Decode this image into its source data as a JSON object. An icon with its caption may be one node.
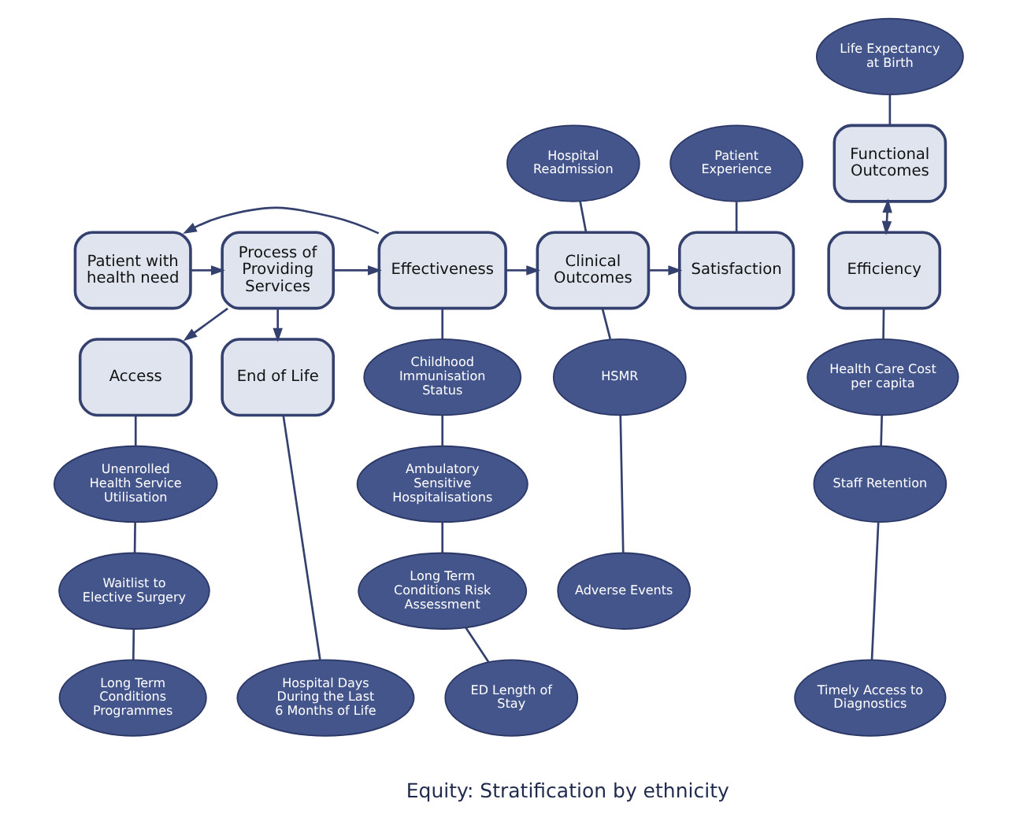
{
  "diagram": {
    "nodes": [
      {
        "text": [
          "Patient with health need"
        ]
      },
      {
        "text": [
          "Process of Providing Services"
        ]
      },
      {
        "text": [
          "Effectiveness"
        ]
      },
      {
        "text": [
          "Hospital Readmission"
        ]
      },
      {
        "text": [
          "Clinical Outcomes"
        ]
      },
      {
        "text": [
          "Life Expectancy at Birth"
        ]
      },
      {
        "text": [
          "Functional Outcomes"
        ]
      },
      {
        "text": [
          "Patient Experience"
        ]
      },
      {
        "text": [
          "Satisfaction"
        ]
      },
      {
        "text": [
          "Efficiency"
        ]
      },
      {
        "text": [
          "Access"
        ]
      },
      {
        "text": [
          "End of Life"
        ]
      },
      {
        "text": [
          "Childhood Immunisation Status"
        ]
      },
      {
        "text": [
          "HSMR"
        ]
      },
      {
        "text": [
          "Unenrolled Health Service Utilisation"
        ]
      },
      {
        "text": [
          "Hospital Days During the Last 6 Months of Life"
        ]
      },
      {
        "text": [
          "Ambulatory Sensitive Hospitalisations"
        ]
      },
      {
        "text": [
          "Adverse Events"
        ]
      },
      {
        "text": [
          "Health Care Cost per capita"
        ]
      },
      {
        "text": [
          "Waitlist to Elective Surgery"
        ]
      },
      {
        "text": [
          "Long Term Conditions Risk Assessment"
        ]
      },
      {
        "text": [
          "Staff Retention"
        ]
      },
      {
        "text": [
          "Long Term Conditions Programmes"
        ]
      },
      {
        "text": [
          "ED Length of Stay"
        ]
      },
      {
        "text": [
          "Timely Access to Diagnostics"
        ]
      }
    ],
    "edges": [
      {
        "from": 0,
        "to": 1,
        "arrow": "to"
      },
      {
        "from": 1,
        "to": 2,
        "arrow": "to"
      },
      {
        "from": 2,
        "to": 4,
        "arrow": "to"
      },
      {
        "from": 4,
        "to": 8,
        "arrow": "to"
      },
      {
        "from": 2,
        "to": 0,
        "arrow": "to"
      },
      {
        "from": 1,
        "to": 10,
        "arrow": "to"
      },
      {
        "from": 1,
        "to": 11,
        "arrow": "to"
      },
      {
        "from": 6,
        "to": 9,
        "arrow": "both"
      },
      {
        "from": 3,
        "to": 4,
        "arrow": "none"
      },
      {
        "from": 5,
        "to": 6,
        "arrow": "none"
      },
      {
        "from": 7,
        "to": 8,
        "arrow": "none"
      },
      {
        "from": 2,
        "to": 12,
        "arrow": "none"
      },
      {
        "from": 12,
        "to": 16,
        "arrow": "none"
      },
      {
        "from": 16,
        "to": 20,
        "arrow": "none"
      },
      {
        "from": 20,
        "to": 23,
        "arrow": "none"
      },
      {
        "from": 4,
        "to": 13,
        "arrow": "none"
      },
      {
        "from": 13,
        "to": 17,
        "arrow": "none"
      },
      {
        "from": 10,
        "to": 14,
        "arrow": "none"
      },
      {
        "from": 14,
        "to": 19,
        "arrow": "none"
      },
      {
        "from": 19,
        "to": 22,
        "arrow": "none"
      },
      {
        "from": 11,
        "to": 15,
        "arrow": "none"
      },
      {
        "from": 9,
        "to": 18,
        "arrow": "none"
      },
      {
        "from": 18,
        "to": 21,
        "arrow": "none"
      },
      {
        "from": 21,
        "to": 24,
        "arrow": "none"
      }
    ],
    "labels": [
      "Equity: Stratification by ethnicity"
    ]
  }
}
